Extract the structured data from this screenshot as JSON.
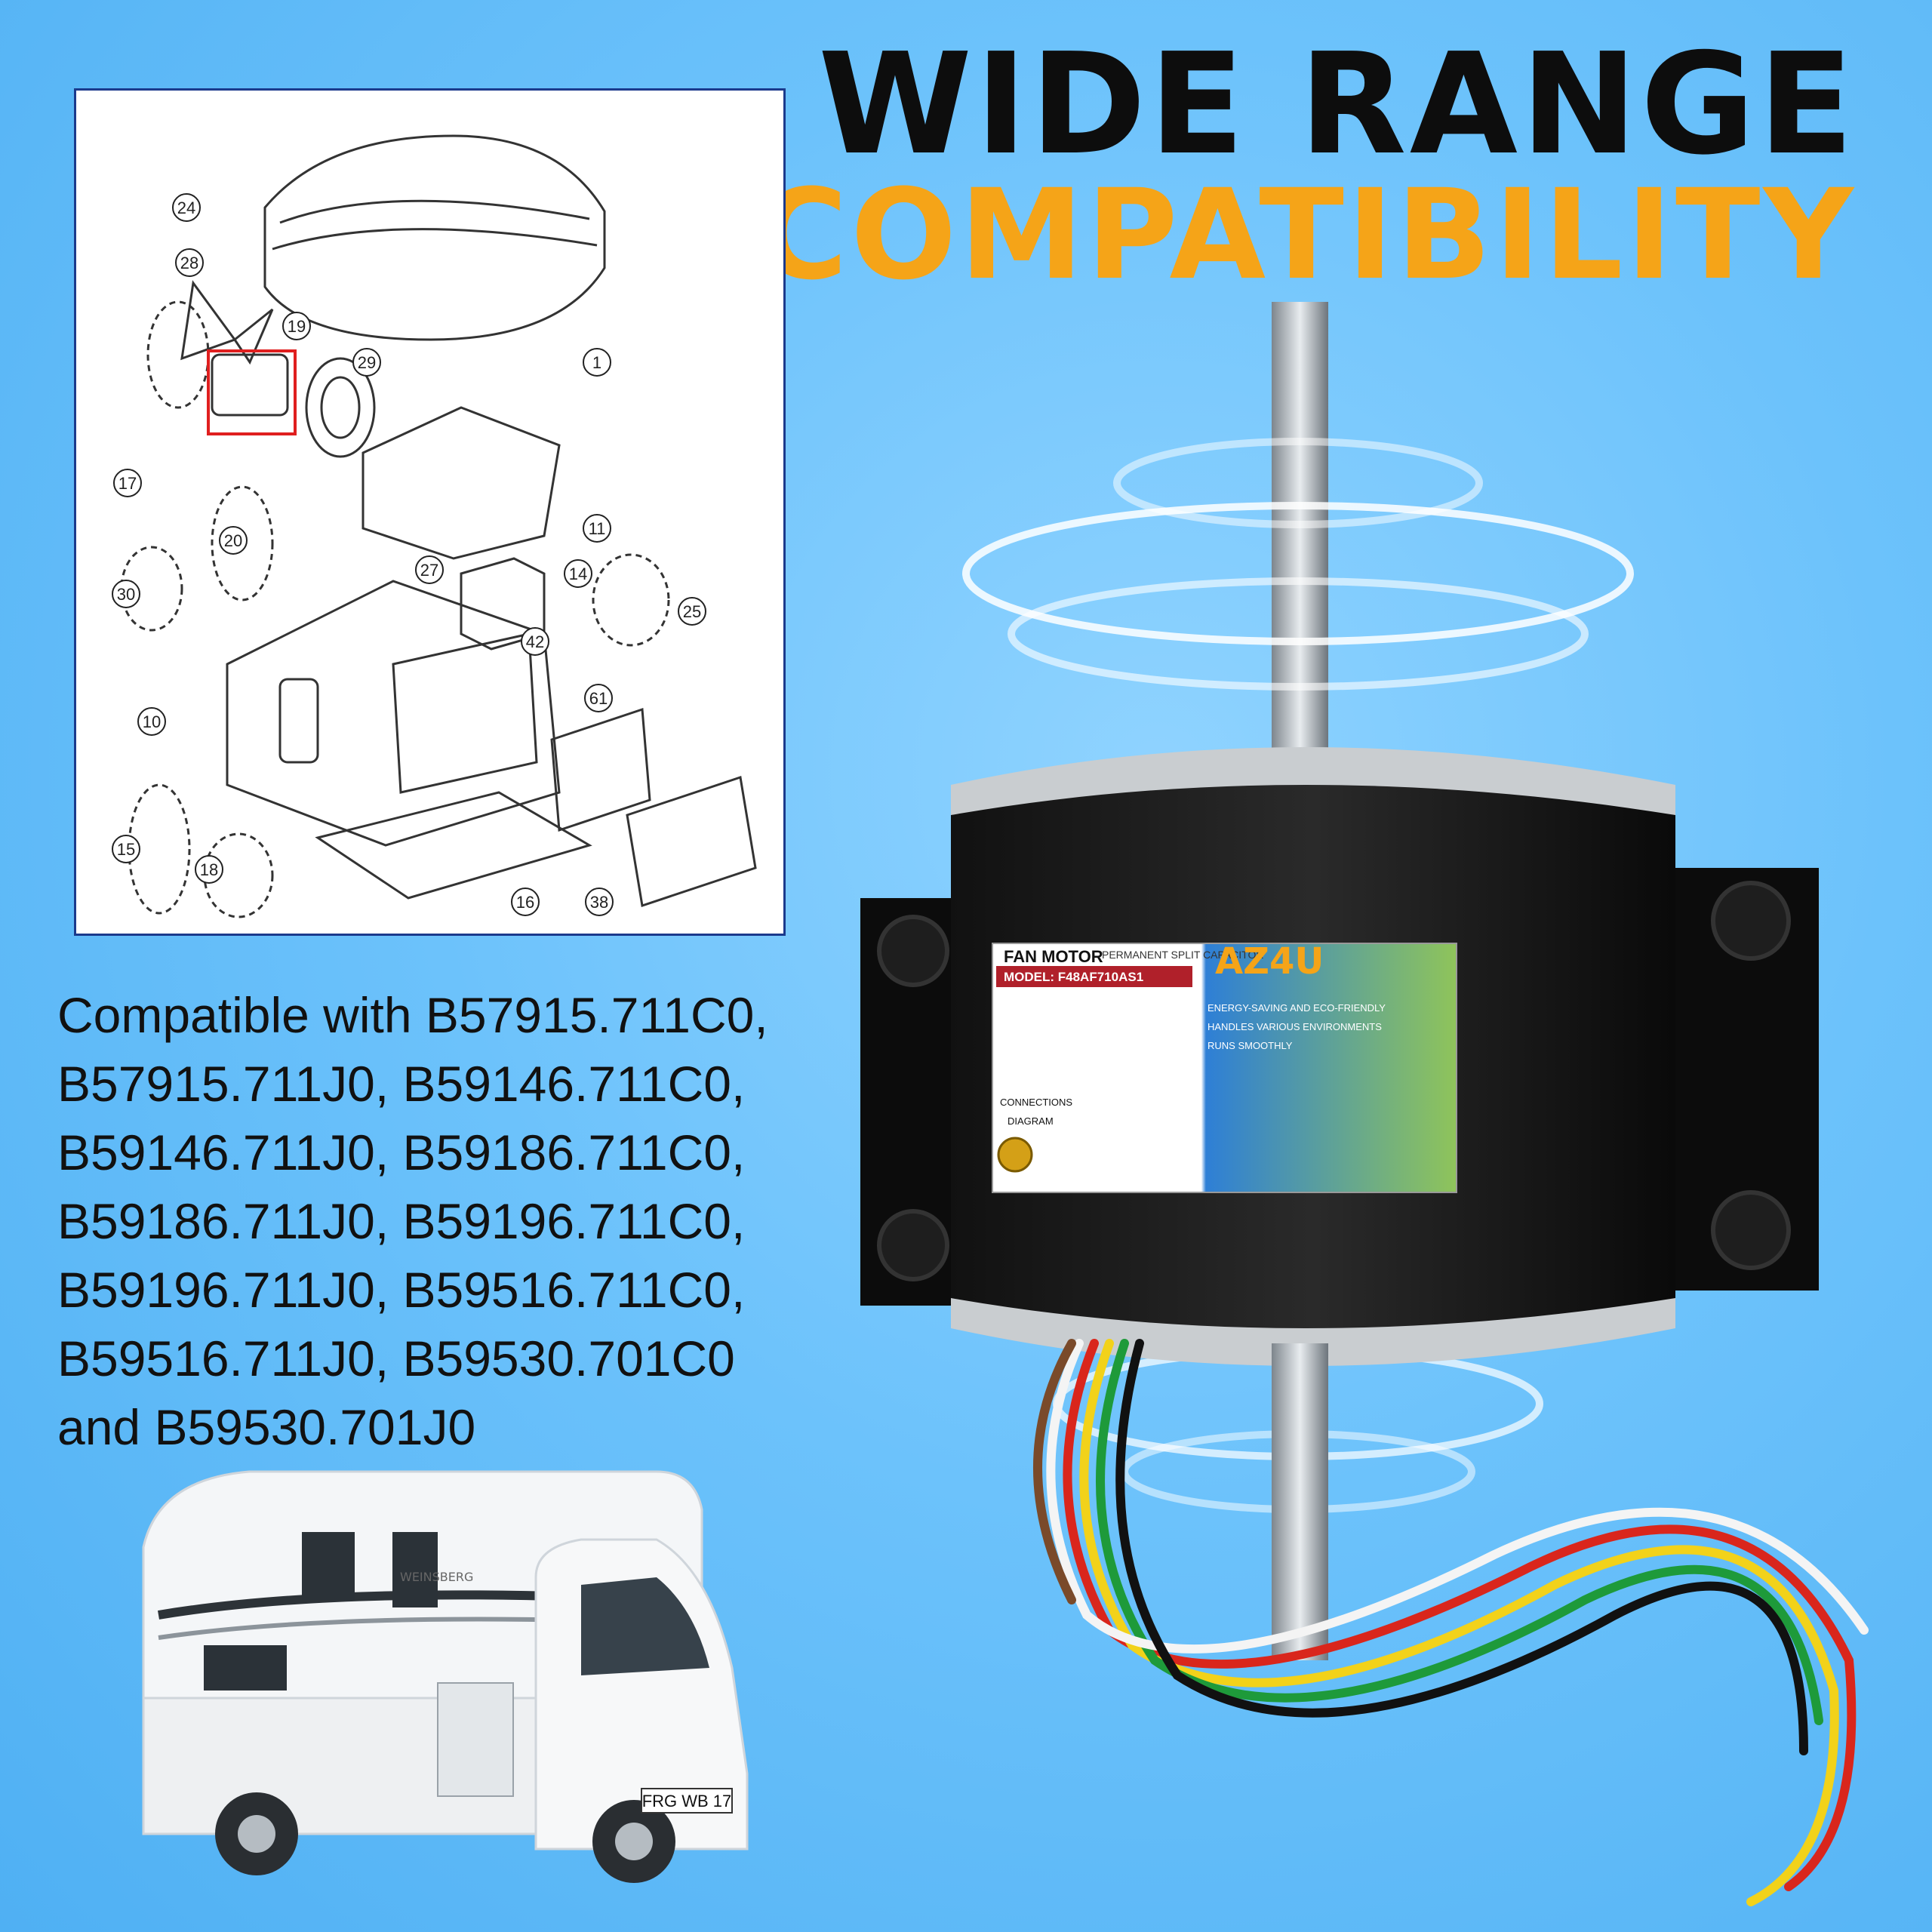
{
  "headline": {
    "line1": "WIDE RANGE",
    "line2": "COMPATIBILITY"
  },
  "compatibility": {
    "lines": [
      "Compatible with B57915.711C0,",
      "B57915.711J0, B59146.711C0,",
      "B59146.711J0, B59186.711C0,",
      "B59186.711J0, B59196.711C0,",
      "B59196.711J0, B59516.711C0,",
      "B59516.711J0, B59530.701C0",
      "and B59530.701J0"
    ]
  },
  "diagram": {
    "part_labels": [
      "24",
      "28",
      "19",
      "29",
      "1",
      "17",
      "11",
      "20",
      "14",
      "27",
      "30",
      "25",
      "42",
      "61",
      "10",
      "15",
      "18",
      "16",
      "38"
    ]
  },
  "label": {
    "brand": "AZ4U",
    "title": "FAN MOTOR",
    "subtitle": "PERMANENT SPLIT CAPACITOR",
    "model": "MODEL: F48AF710AS1",
    "features": [
      "ENERGY-SAVING AND ECO-FRIENDLY",
      "HANDLES VARIOUS ENVIRONMENTS",
      "RUNS SMOOTHLY"
    ],
    "connections": "CONNECTIONS",
    "diagram": "DIAGRAM"
  },
  "rv": {
    "plate": "FRG WB 17",
    "brand": "WEINSBERG"
  },
  "colors": {
    "headline_black": "#0d0d0d",
    "headline_orange": "#f5a418",
    "background": "#6cc2fb",
    "diagram_border": "#1b3a8c"
  }
}
